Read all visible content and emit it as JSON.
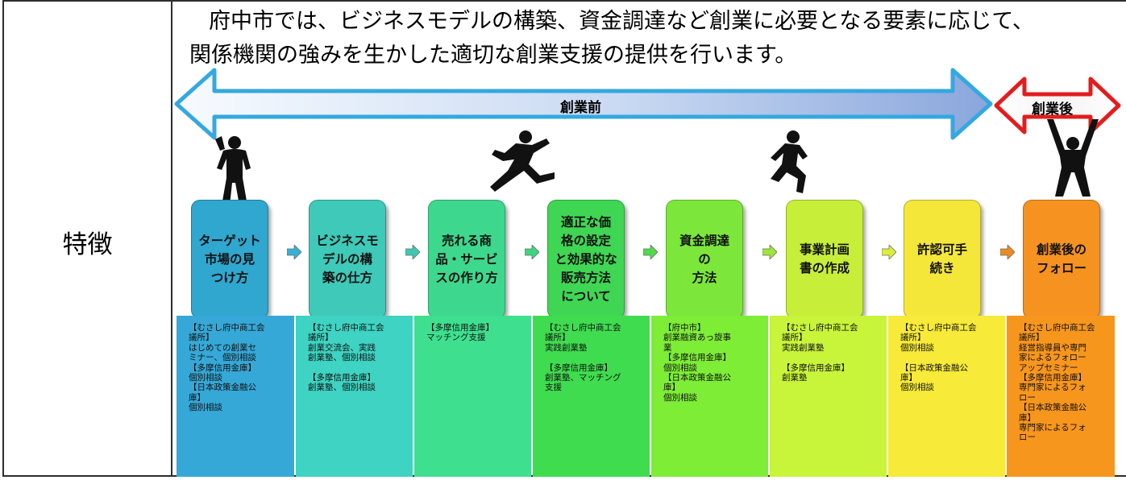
{
  "label": "特徴",
  "intro": {
    "line1": "府中市では、ビジネスモデルの構築、資金調達など創業に必要となる要素に応じて、",
    "line2": "関係機関の強みを生かした適切な創業支援の提供を行います。"
  },
  "phases": {
    "before": "創業前",
    "after": "創業後"
  },
  "icons": [
    "standing-person-icon",
    "running-person-icon",
    "jumping-person-icon",
    "cheering-person-icon",
    "chevron-right-icon"
  ],
  "steps": [
    {
      "title": "ターゲット\n市場の見\nつけ方",
      "color": "#2fa7cf",
      "detail": "【むさし府中商工会\n議所】\nはじめての創業セ\nミナー、個別相談\n【多摩信用金庫】\n個別相談\n【日本政策金融公\n庫】\n個別相談"
    },
    {
      "title": "ビジネスモ\nデルの構\n築の仕方",
      "color": "#3ec9b9",
      "detail": "【むさし府中商工会\n議所】\n創業交流会、実践\n創業塾、個別相談\n\n【多摩信用金庫】\n創業塾、個別相談"
    },
    {
      "title": "売れる商\n品・サービ\nスの作り方",
      "color": "#3dd88d",
      "detail": "【多摩信用金庫】\nマッチング支援"
    },
    {
      "title": "適正な価\n格の設定\nと効果的な\n販売方法\nについて",
      "color": "#3fd654",
      "detail": "【むさし府中商工会\n議所】\n実践創業塾\n\n【多摩信用金庫】\n創業塾、マッチング\n支援"
    },
    {
      "title": "資金調達\nの\n方法",
      "color": "#7ce73a",
      "detail": "【府中市】\n創業融資あっ旋事\n業\n【多摩信用金庫】\n個別相談\n【日本政策金融公\n庫】\n個別相談"
    },
    {
      "title": "事業計画\n書の作成",
      "color": "#c7ef3a",
      "detail": "【むさし府中商工会\n議所】\n実践創業塾\n\n【多摩信用金庫】\n創業塾"
    },
    {
      "title": "許認可手\n続き",
      "color": "#f4e73a",
      "detail": "【むさし府中商工会\n議所】\n個別相談\n\n【日本政策金融公\n庫】\n個別相談"
    },
    {
      "title": "創業後の\nフォロー",
      "color": "#f6921f",
      "detail": "【むさし府中商工会\n議所】\n経営指導員や専門\n家によるフォロー\nアップセミナー\n【多摩信用金庫】\n専門家によるフォ\nロー\n【日本政策金融公\n庫】\n専門家によるフォ\nロー"
    }
  ],
  "chevron_colors": [
    "#37b0d6",
    "#3cc8b3",
    "#3dd67e",
    "#50d94b",
    "#9ee63a",
    "#dcee38",
    "#ec8a23"
  ]
}
